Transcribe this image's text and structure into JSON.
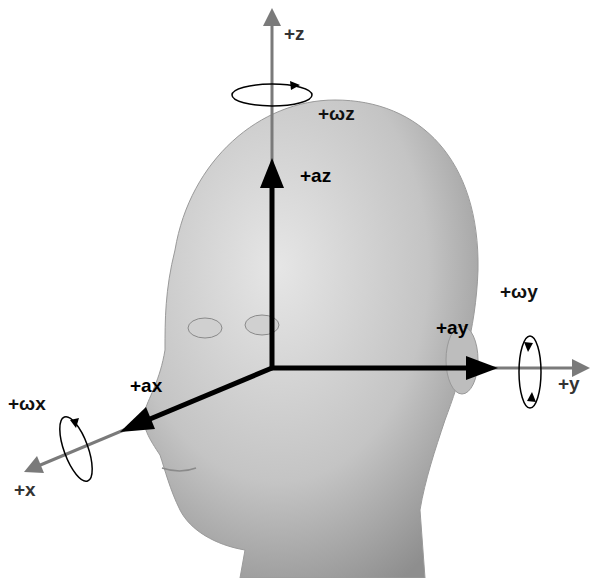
{
  "diagram": {
    "labels": [
      "+z",
      "+ωz",
      "+az",
      "+ay",
      "+ωy",
      "+y",
      "+ωx",
      "+ax",
      "+x"
    ]
  }
}
